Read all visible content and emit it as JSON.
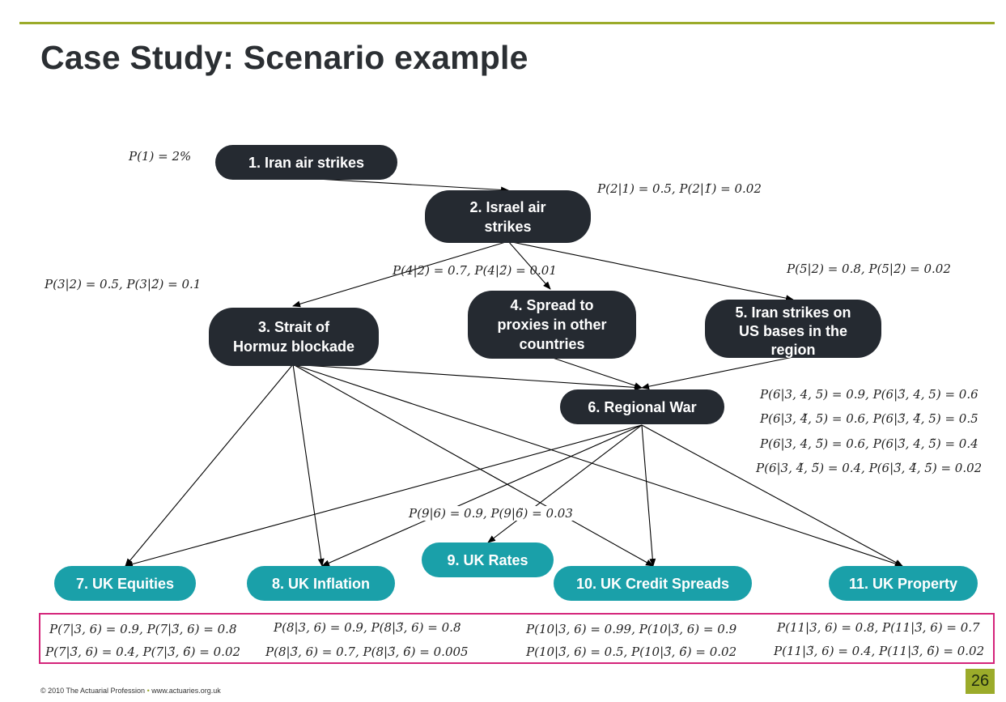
{
  "header": {
    "title": "Case Study: Scenario example"
  },
  "nodes": {
    "n1": "1. Iran air strikes",
    "n2a": "2. Israel air",
    "n2b": "strikes",
    "n3a": "3. Strait of",
    "n3b": "Hormuz blockade",
    "n4a": "4. Spread to",
    "n4b": "proxies in other",
    "n4c": "countries",
    "n5a": "5. Iran strikes on",
    "n5b": "US bases in the",
    "n5c": "region",
    "n6": "6. Regional War",
    "n7": "7. UK Equities",
    "n8": "8. UK Inflation",
    "n9": "9. UK Rates",
    "n10": "10. UK Credit Spreads",
    "n11": "11. UK Property"
  },
  "probs": {
    "p1": "P(1) = 2%",
    "p2": "P(2|1) = 0.5, P(2|1̃) = 0.02",
    "p3": "P(3|2) = 0.5, P(3|2̃) = 0.1",
    "p4": "P(4|2) = 0.7, P(4|2̃) = 0.01",
    "p5": "P(5|2) = 0.8, P(5|2̃) = 0.02",
    "p6_1": "P(6|3, 4, 5) = 0.9, P(6|3̃, 4, 5) = 0.6",
    "p6_2": "P(6|3, 4̃, 5) = 0.6, P(6|3̃, 4̃, 5) = 0.5",
    "p6_3": "P(6|3, 4, 5̃) = 0.6, P(6|3̃, 4, 5̃) = 0.4",
    "p6_4": "P(6|3, 4̃, 5̃) = 0.4, P(6|3̃, 4̃, 5̃) = 0.02",
    "p9": "P(9|6) = 0.9, P(9|6̃) = 0.03",
    "p7_1": "P(7|3, 6) = 0.9, P(7|3̃, 6) = 0.8",
    "p7_2": "P(7|3̃, 6) = 0.4, P(7|3̃, 6̃) = 0.02",
    "p8_1": "P(8|3, 6) = 0.9, P(8|3̃, 6) = 0.8",
    "p8_2": "P(8|3̃, 6) = 0.7, P(8|3̃, 6̃) = 0.005",
    "p10_1": "P(10|3, 6) = 0.99, P(10|3̃, 6) = 0.9",
    "p10_2": "P(10|3̃, 6) = 0.5, P(10|3̃, 6̃) = 0.02",
    "p11_1": "P(11|3, 6) = 0.8, P(11|3̃, 6) = 0.7",
    "p11_2": "P(11|3̃, 6) = 0.4, P(11|3̃, 6̃) = 0.02"
  },
  "footer": {
    "left": "© 2010 The Actuarial Profession",
    "sep": "•",
    "right": "www.actuaries.org.uk",
    "page": "26"
  },
  "colors": {
    "accent": "#9bab2a",
    "node_dark": "#252a31",
    "node_teal": "#1aa0a9",
    "highlight_box": "#d4247a"
  }
}
